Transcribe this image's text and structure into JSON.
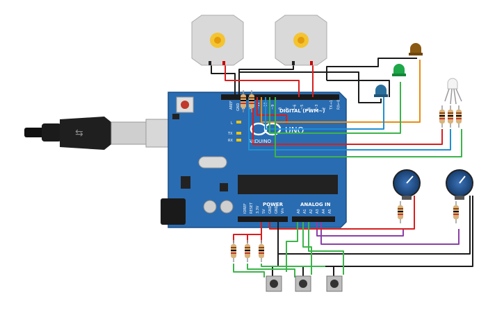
{
  "board": {
    "digital_label": "DIGITAL (PWM~)",
    "brand": "ARDUINO",
    "model": "UNO",
    "power_label": "POWER",
    "analog_label": "ANALOG IN",
    "aref_label": "AREF",
    "gnd_label": "GND",
    "l_label": "L",
    "tx_label": "TX",
    "rx_label": "RX",
    "digital_pins": [
      "13",
      "12",
      "~11",
      "~10",
      "~9",
      "8",
      "7",
      "~6",
      "~5",
      "4",
      "~3",
      "2",
      "TX→1",
      "RX←0"
    ],
    "power_pins": [
      "IOREF",
      "RESET",
      "3.3V",
      "5V",
      "GND",
      "GND",
      "Vin"
    ],
    "analog_pins": [
      "A0",
      "A1",
      "A2",
      "A3",
      "A4",
      "A5"
    ]
  },
  "components": {
    "motors": [
      "motor-1",
      "motor-2"
    ],
    "leds": [
      {
        "name": "orange-led",
        "color": "#8a5a12"
      },
      {
        "name": "green-led",
        "color": "#1ea84a"
      },
      {
        "name": "blue-led",
        "color": "#2a6f9c"
      }
    ],
    "potentiometers": [
      "pot-1",
      "pot-2"
    ],
    "pushbuttons": [
      "button-1",
      "button-2",
      "button-3"
    ]
  },
  "colors": {
    "board": "#2a6cb1",
    "wire_black": "#1a1a1a",
    "wire_red": "#d71e1e",
    "wire_green": "#3cb44b",
    "wire_orange": "#e98c11",
    "wire_blue": "#1e90d2",
    "wire_purple": "#8b3ea8",
    "resistor": "#d9b27a"
  }
}
